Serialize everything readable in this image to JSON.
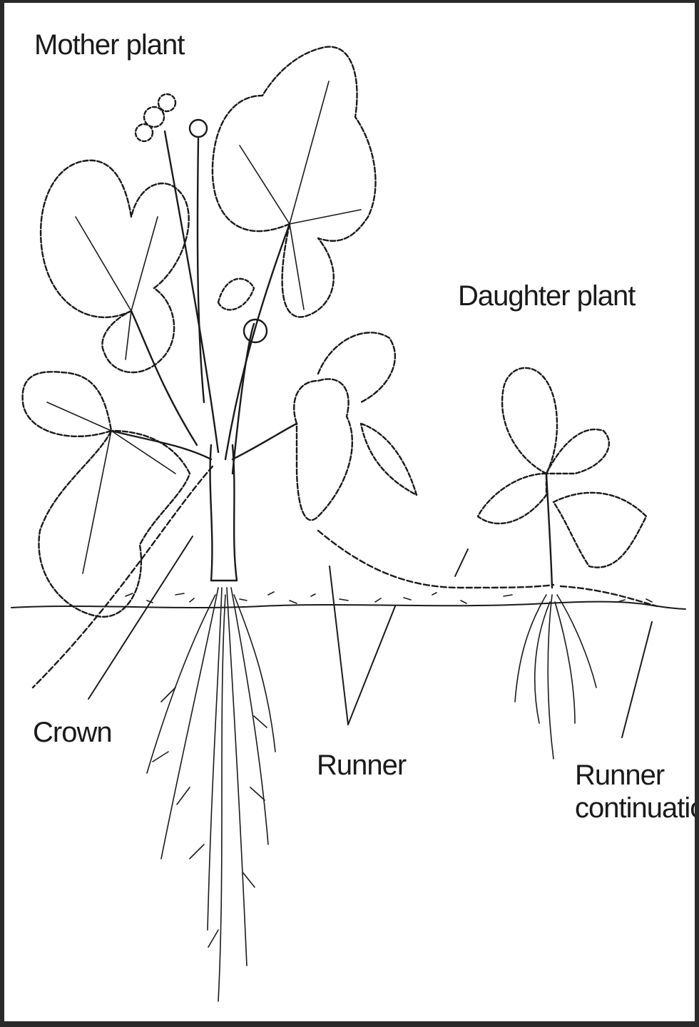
{
  "labels": {
    "mother_plant": "Mother plant",
    "daughter_plant": "Daughter plant",
    "crown": "Crown",
    "runner": "Runner",
    "runner_continuation_line1": "Runner",
    "runner_continuation_line2": "continuation"
  },
  "colors": {
    "ink": "#1a1a1a",
    "paper": "#ffffff",
    "border": "#2a2a2a"
  }
}
